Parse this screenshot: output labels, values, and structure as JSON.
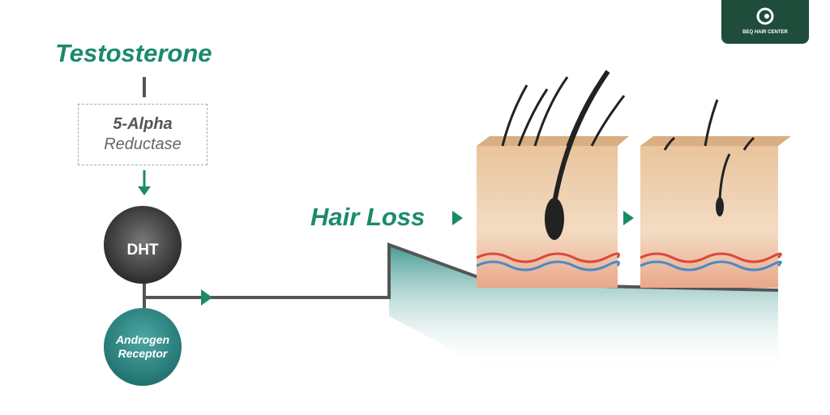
{
  "logo": {
    "text": "BEQ HAIR CENTER"
  },
  "flow": {
    "start": "Testosterone",
    "enzyme_line1": "5-Alpha",
    "enzyme_line2": "Reductase",
    "molecule": "DHT",
    "receptor_line1": "Androgen",
    "receptor_line2": "Receptor",
    "result": "Hair Loss"
  },
  "colors": {
    "accent": "#1b8a6b",
    "logo_bg": "#1f4d3b",
    "line": "#555555"
  }
}
